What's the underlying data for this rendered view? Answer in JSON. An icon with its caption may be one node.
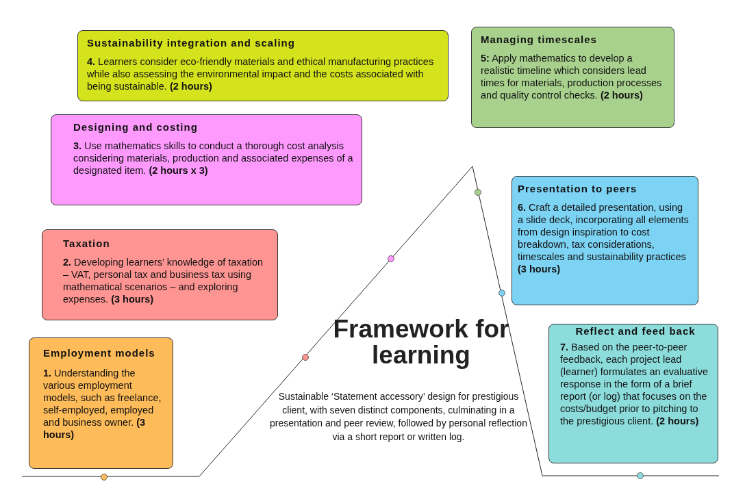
{
  "diagram": {
    "title": "Framework for learning",
    "caption": "Sustainable ‘Statement accessory’ design for prestigious client, with seven distinct components, culminating in a presentation and peer review, followed by personal reflection via a short report or written log.",
    "nodes": [
      {
        "text": [
          "Employment models",
          "**1.** Understanding the various employment models, such as freelance, self-employed, employed and business owner. **(3 hours)**"
        ]
      },
      {
        "text": [
          "Taxation",
          "**2.** Developing learners’ knowledge of taxation – VAT, personal tax and business tax using mathematical scenarios – and exploring expenses. **(3 hours)**"
        ]
      },
      {
        "text": [
          "Designing and costing",
          "**3.** Use mathematics skills to conduct a thorough cost analysis considering materials, production and associated expenses of a designated item. **(2 hours x 3)**"
        ]
      },
      {
        "text": [
          "Sustainability integration and scaling",
          "**4.** Learners consider eco-friendly materials and ethical manufacturing practices while also assessing the environmental impact and the costs associated with being sustainable. **(2 hours)**"
        ]
      },
      {
        "text": [
          "Managing timescales",
          "**5:** Apply mathematics to develop a realistic timeline which considers lead times for materials, production processes and quality control checks. **(2 hours)**"
        ]
      },
      {
        "text": [
          "Presentation to peers",
          "**6.** Craft a detailed presentation, using a slide deck, incorporating all elements from design inspiration to cost breakdown, tax considerations, timescales and sustainability practices **(3 hours)**"
        ]
      },
      {
        "text": [
          "Reflect and feed back",
          "**7.** Based on the peer-to-peer feedback, each project lead (learner) formulates an evaluative response in the form of a brief report (or log) that focuses on the costs/budget prior to pitching to the prestigious client. **(2 hours)**"
        ]
      }
    ]
  }
}
